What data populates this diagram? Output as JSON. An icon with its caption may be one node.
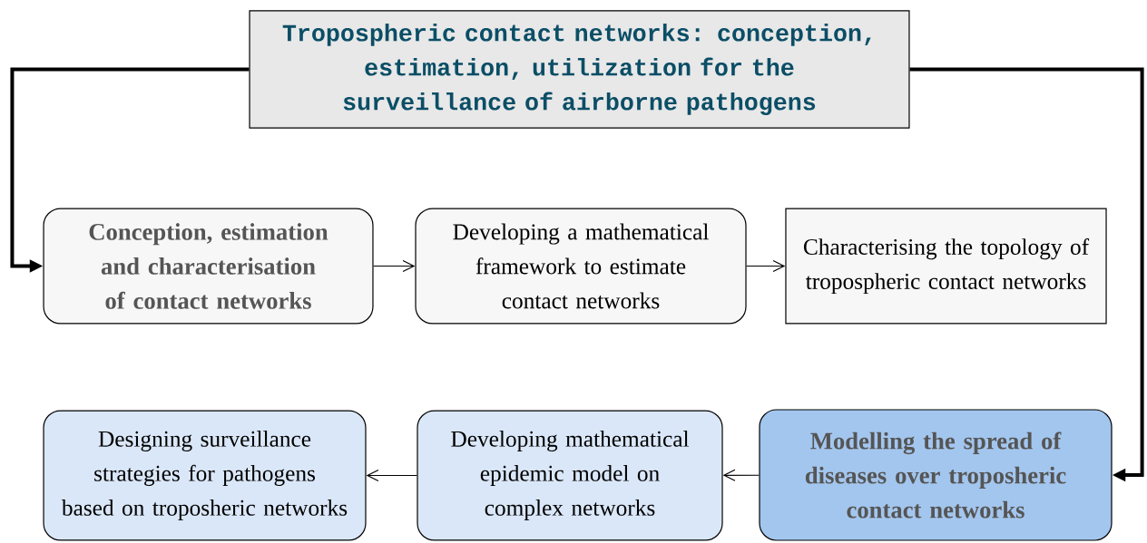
{
  "diagram": {
    "nodes": [
      {
        "text": [
          "Tropospheric contact networks: conception, estimation, utilization for the surveillance of airborne pathogens"
        ]
      },
      {
        "text": [
          "Conception, estimation and characterisation of contact networks"
        ]
      },
      {
        "text": [
          "Developing a mathematical framework to estimate contact networks"
        ]
      },
      {
        "text": [
          "Characterising the topology of tropospheric contact networks"
        ]
      },
      {
        "text": [
          "Modelling the spread of diseases over troposheric contact networks"
        ]
      },
      {
        "text": [
          "Developing mathematical epidemic model on complex networks"
        ]
      },
      {
        "text": [
          "Designing surveillance strategies for pathogens based on troposheric networks"
        ]
      }
    ],
    "edges": [
      {
        "from": 0,
        "to": 1,
        "arrow": "to",
        "style": "thick"
      },
      {
        "from": 0,
        "to": 4,
        "arrow": "to",
        "style": "thick"
      },
      {
        "from": 1,
        "to": 2,
        "arrow": "to"
      },
      {
        "from": 2,
        "to": 3,
        "arrow": "to"
      },
      {
        "from": 4,
        "to": 5,
        "arrow": "to"
      },
      {
        "from": 5,
        "to": 6,
        "arrow": "to"
      }
    ]
  }
}
